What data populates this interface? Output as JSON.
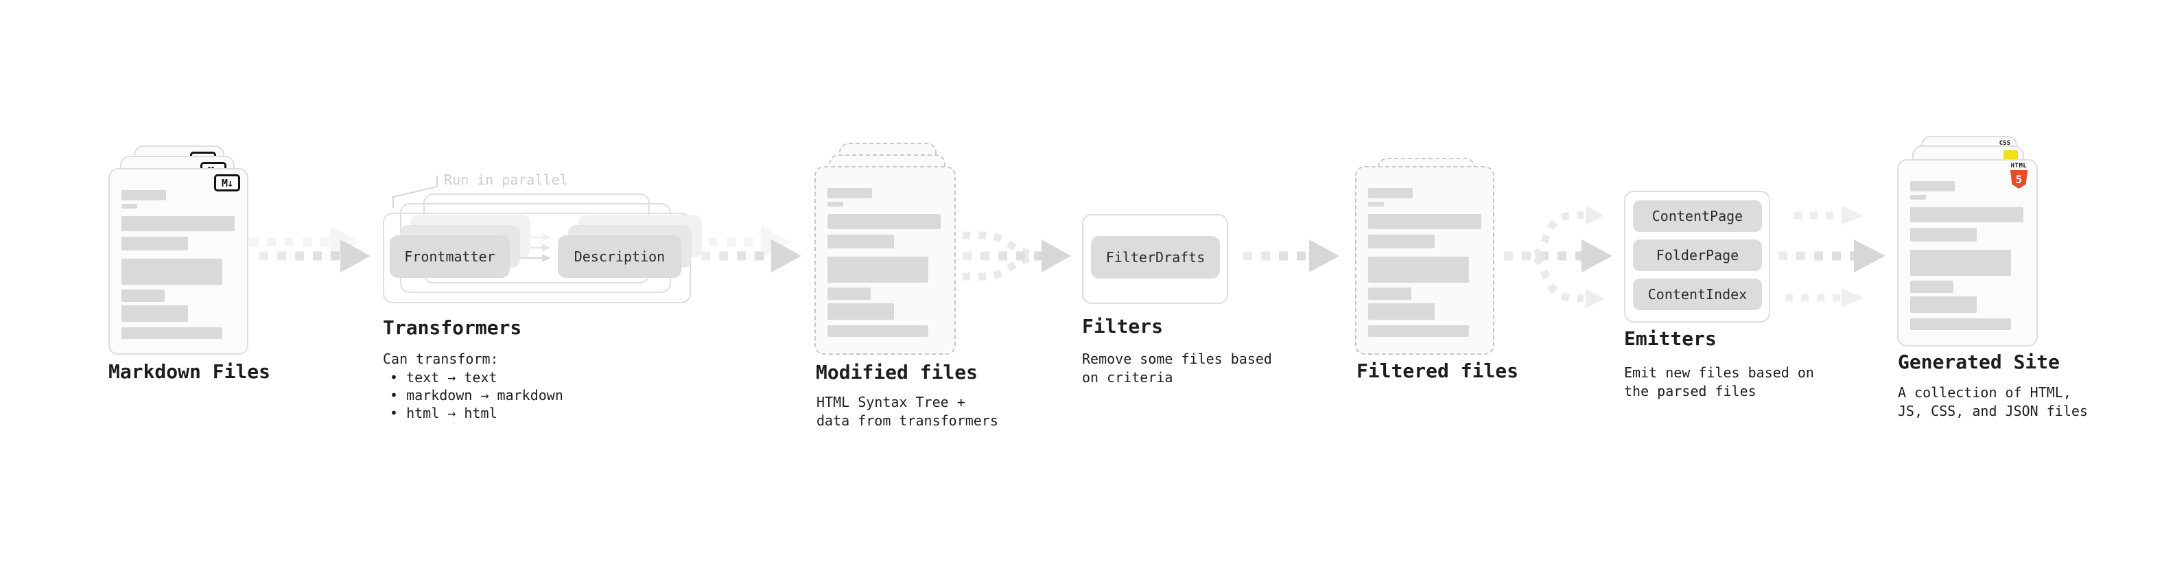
{
  "stages": {
    "markdown": {
      "label": "Markdown Files",
      "badge": "M↓"
    },
    "transformers": {
      "label": "Transformers",
      "callout": "Run in parallel",
      "nodes": {
        "frontmatter": "Frontmatter",
        "description": "Description"
      },
      "desc_title": "Can transform:",
      "bullets": [
        "• text → text",
        "• markdown → markdown",
        "• html → html"
      ]
    },
    "modified": {
      "label": "Modified files",
      "desc": "HTML Syntax Tree +\ndata from transformers"
    },
    "filters": {
      "label": "Filters",
      "node": "FilterDrafts",
      "desc": "Remove some files based\non criteria"
    },
    "filtered": {
      "label": "Filtered files"
    },
    "emitters": {
      "label": "Emitters",
      "nodes": [
        "ContentPage",
        "FolderPage",
        "ContentIndex"
      ],
      "desc": "Emit new files based on\nthe parsed files"
    },
    "generated": {
      "label": "Generated Site",
      "desc": "A collection of HTML,\nJS, CSS, and JSON files",
      "badges": {
        "css": "CSS",
        "html_label": "HTML",
        "html_number": "5"
      }
    }
  },
  "colors": {
    "html5_orange": "#e44d26",
    "js_yellow": "#f5de19",
    "css_blue": "#2b6de8"
  }
}
